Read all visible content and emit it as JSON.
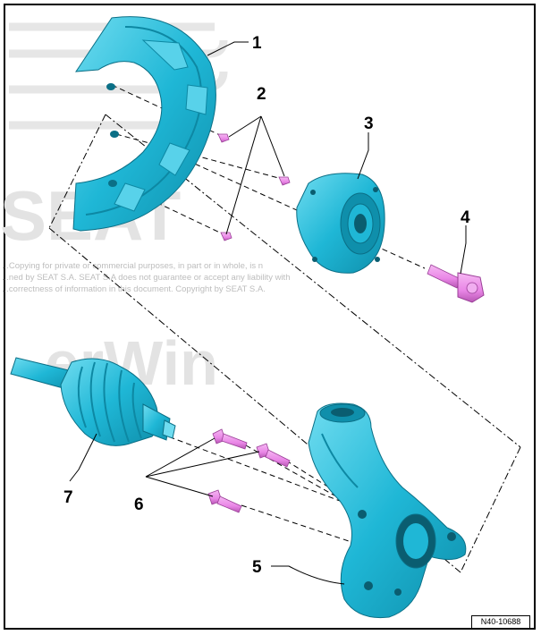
{
  "callouts": {
    "c1": "1",
    "c2": "2",
    "c3": "3",
    "c4": "4",
    "c5": "5",
    "c6": "6",
    "c7": "7"
  },
  "watermark": {
    "brand": "SEAT",
    "line1": "...Copying for private or commercial purposes, in part or in whole, is n",
    "line2": "...ned by SEAT S.A. SEAT S.A does not guarantee or accept any liability with",
    "line3": "...correctness of information in this document. Copyright by SEAT S.A.",
    "site": "erWin"
  },
  "reference_code": "N40-10688",
  "colors": {
    "part_fill": "#1fb7d6",
    "part_shadow": "#0f8fab",
    "part_highlight": "#6fdcf0",
    "bolt_fill": "#e986e6",
    "bolt_shadow": "#b756b4"
  }
}
